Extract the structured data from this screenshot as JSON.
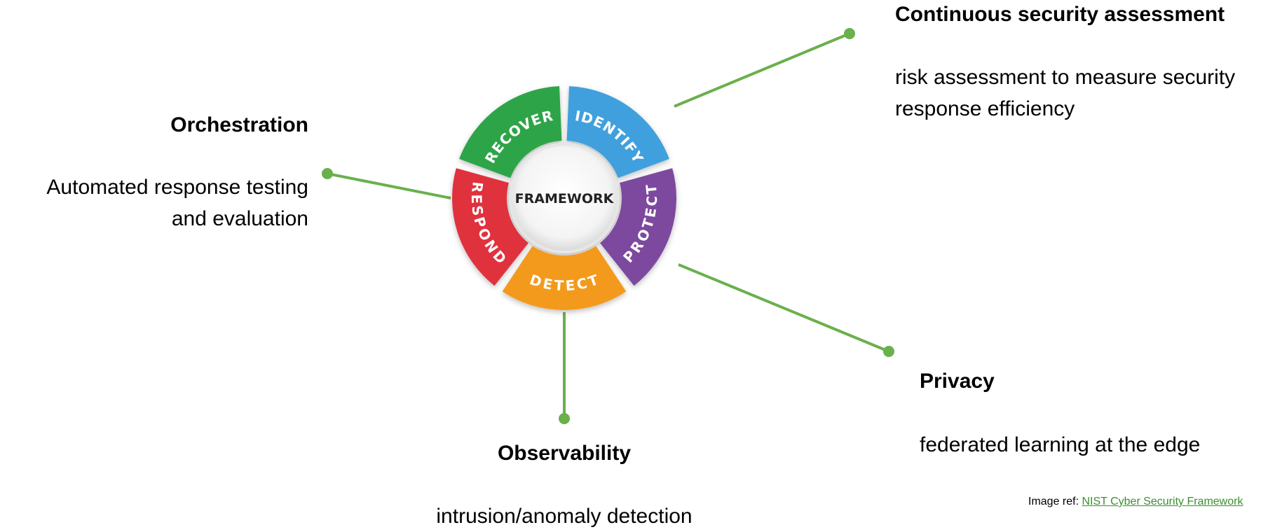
{
  "wheel": {
    "center_label": "FRAMEWORK",
    "segments": [
      {
        "label": "IDENTIFY",
        "color": "#3fa0dd",
        "icon": "identify-segment"
      },
      {
        "label": "PROTECT",
        "color": "#7d4a9e",
        "icon": "protect-segment"
      },
      {
        "label": "DETECT",
        "color": "#f39a1c",
        "icon": "detect-segment"
      },
      {
        "label": "RESPOND",
        "color": "#e0323e",
        "icon": "respond-segment"
      },
      {
        "label": "RECOVER",
        "color": "#2fa44a",
        "icon": "recover-segment"
      }
    ]
  },
  "callouts": {
    "continuous": {
      "title": "Continuous security assessment",
      "desc_line1": "risk assessment to measure security",
      "desc_line2": "response efficiency"
    },
    "orchestration": {
      "title": "Orchestration",
      "desc_line1": "Automated response testing",
      "desc_line2": "and evaluation"
    },
    "privacy": {
      "title": "Privacy",
      "desc": "federated learning at the edge"
    },
    "observability": {
      "title": "Observability",
      "desc": "intrusion/anomaly detection"
    }
  },
  "connector_color": "#6ab04c",
  "image_ref": {
    "prefix": "Image ref: ",
    "link_text": "NIST Cyber Security Framework"
  }
}
